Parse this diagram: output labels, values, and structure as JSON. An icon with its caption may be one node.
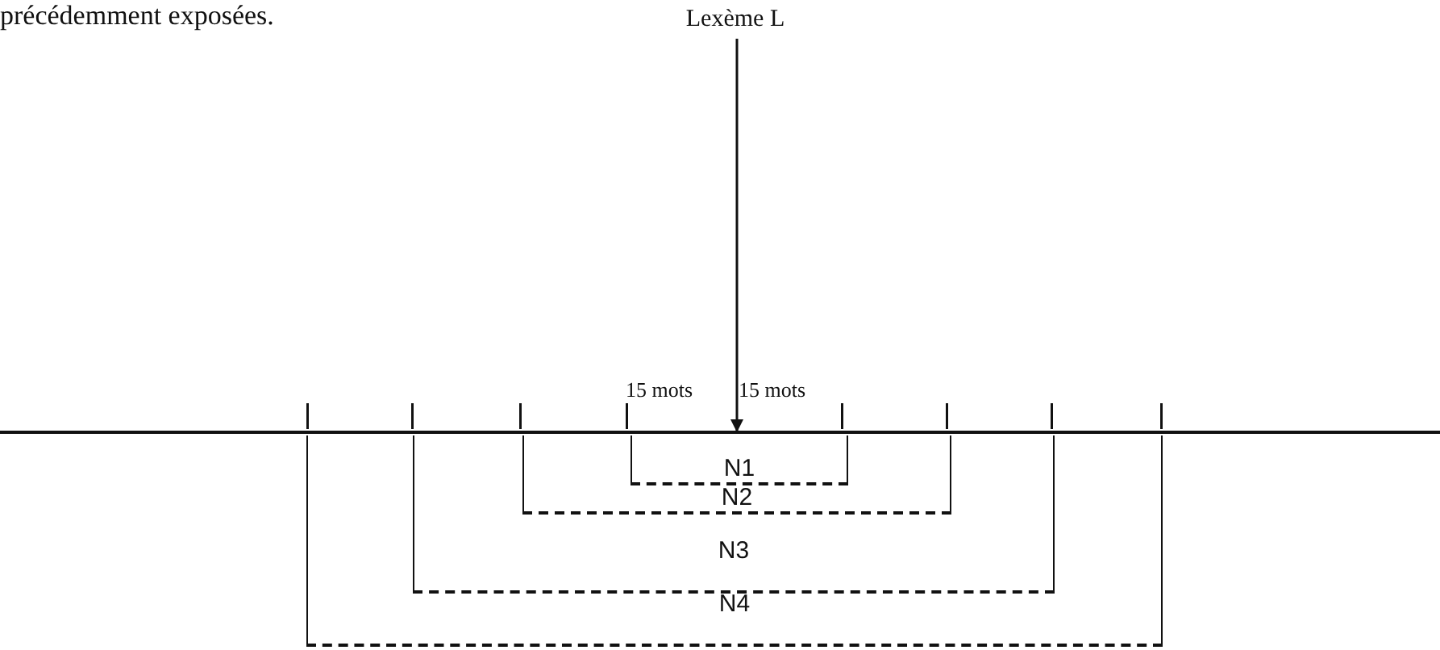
{
  "diagram": {
    "nodes": [
      {
        "text": [
          "Lexème L"
        ]
      },
      {
        "text": [],
        "shape": "bar"
      },
      {
        "text": [
          "N1"
        ],
        "in": 3
      },
      {
        "text": [
          "N2"
        ],
        "in": 4
      },
      {
        "text": [
          "N3"
        ],
        "in": 5
      },
      {
        "text": [
          "N4"
        ]
      }
    ],
    "edges": [
      {
        "from": 0,
        "to": 1,
        "arrow": "to"
      }
    ],
    "labels": [
      "précédemment exposées.",
      "15 mots",
      "15 mots"
    ]
  }
}
